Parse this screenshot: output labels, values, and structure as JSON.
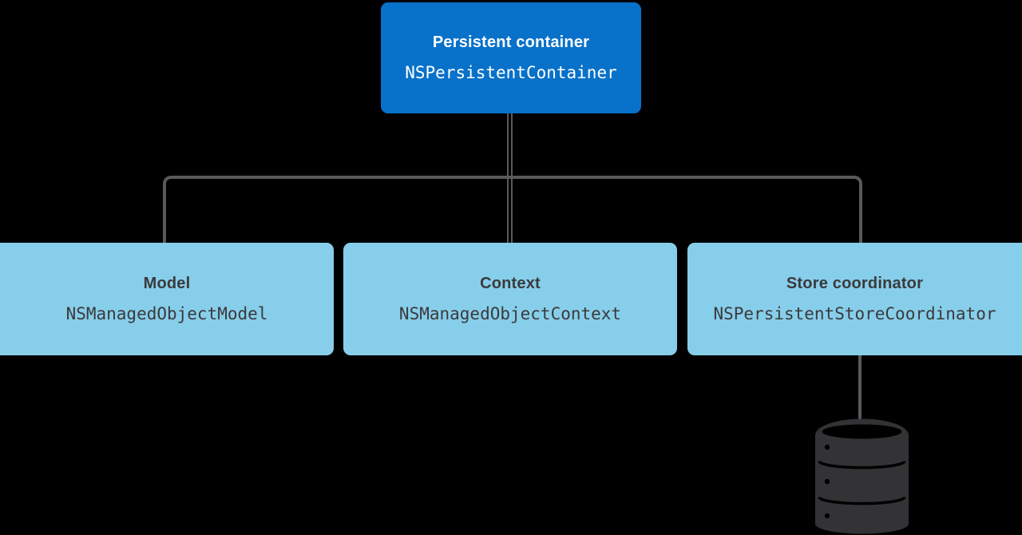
{
  "nodes": {
    "persistent_container": {
      "title": "Persistent container",
      "code": "NSPersistentContainer"
    },
    "model": {
      "title": "Model",
      "code": "NSManagedObjectModel"
    },
    "context": {
      "title": "Context",
      "code": "NSManagedObjectContext"
    },
    "store_coordinator": {
      "title": "Store coordinator",
      "code": "NSPersistentStoreCoordinator"
    }
  },
  "icons": {
    "database": "database-cylinder-icon"
  },
  "colors": {
    "background": "#000000",
    "primary_node_fill": "#0871C9",
    "primary_node_text": "#FFFFFF",
    "secondary_node_fill": "#87CEEA",
    "secondary_node_text": "#3A3A3C",
    "connector": "#59595B",
    "database_icon": "#333336"
  }
}
